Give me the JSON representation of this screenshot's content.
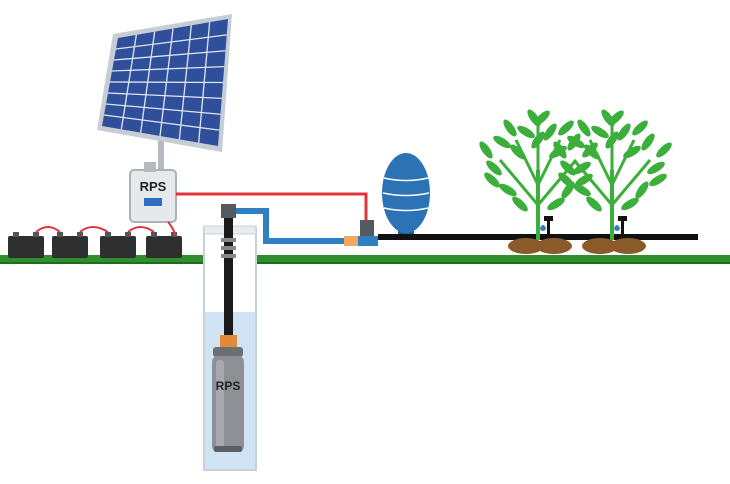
{
  "diagram": {
    "controller": {
      "label": "RPS"
    },
    "pump": {
      "label": "RPS"
    },
    "batteries": {
      "count": 4
    },
    "plants": {
      "count": 2
    },
    "colors": {
      "ground": "#2f8f2f",
      "sky_bg": "#ffffff",
      "wire": "#e0343c",
      "pipe": "#2f7fc1",
      "tank": "#2b73b5",
      "water": "#cfe3f4",
      "panel_cell": "#2f4f9a",
      "panel_frame": "#c7cdd4",
      "battery": "#2f2f2f",
      "plant": "#3cae3c",
      "soil": "#8a5a2b",
      "pump_body": "#8d9196",
      "drip_pipe": "#111111"
    }
  }
}
